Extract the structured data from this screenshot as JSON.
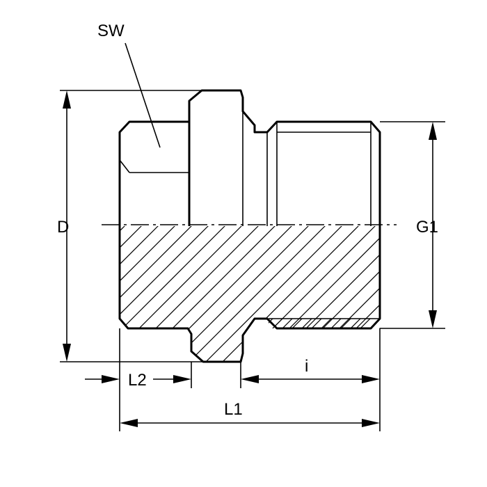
{
  "drawing": {
    "part": "hex-plug-with-thread",
    "labels": {
      "sw": "SW",
      "d": "D",
      "g1": "G1",
      "l1": "L1",
      "l2": "L2",
      "i": "i"
    }
  }
}
